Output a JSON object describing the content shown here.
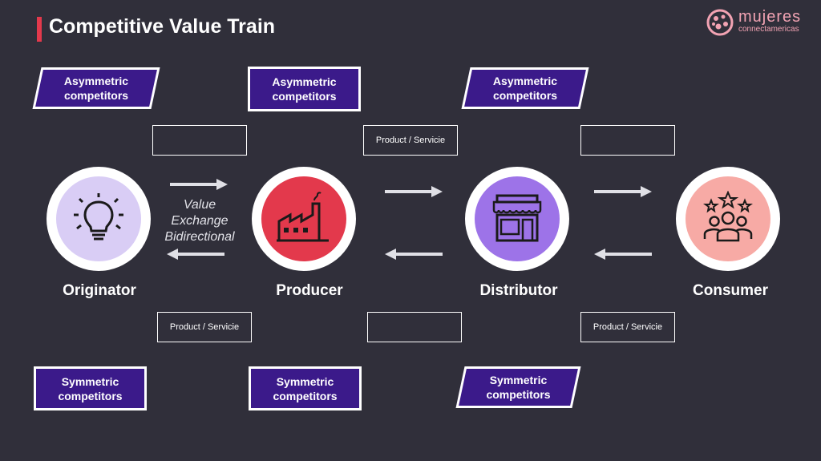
{
  "title": "Competitive Value Train",
  "logo": {
    "name": "mujeres",
    "sub": "connectamericas"
  },
  "asymmetric_tags": [
    "Asymmetric competitors",
    "Asymmetric competitors",
    "Asymmetric competitors"
  ],
  "symmetric_tags": [
    "Symmetric competitors",
    "Symmetric competitors",
    "Symmetric competitors"
  ],
  "top_boxes": [
    "",
    "Product / Servicie",
    ""
  ],
  "bottom_boxes": [
    "Product / Servicie",
    "",
    "Product / Servicie"
  ],
  "value_exchange": [
    "Value",
    "Exchange",
    "Bidirectional"
  ],
  "nodes": [
    {
      "label": "Originator",
      "icon": "lightbulb-icon",
      "color": "#d9cdf5"
    },
    {
      "label": "Producer",
      "icon": "factory-icon",
      "color": "#e3394c"
    },
    {
      "label": "Distributor",
      "icon": "storefront-icon",
      "color": "#9d73e8"
    },
    {
      "label": "Consumer",
      "icon": "people-stars-icon",
      "color": "#f7aaa5"
    }
  ],
  "colors": {
    "accent": "#e3394c",
    "tag_bg": "#3b1a8a",
    "background": "#302f3a"
  }
}
